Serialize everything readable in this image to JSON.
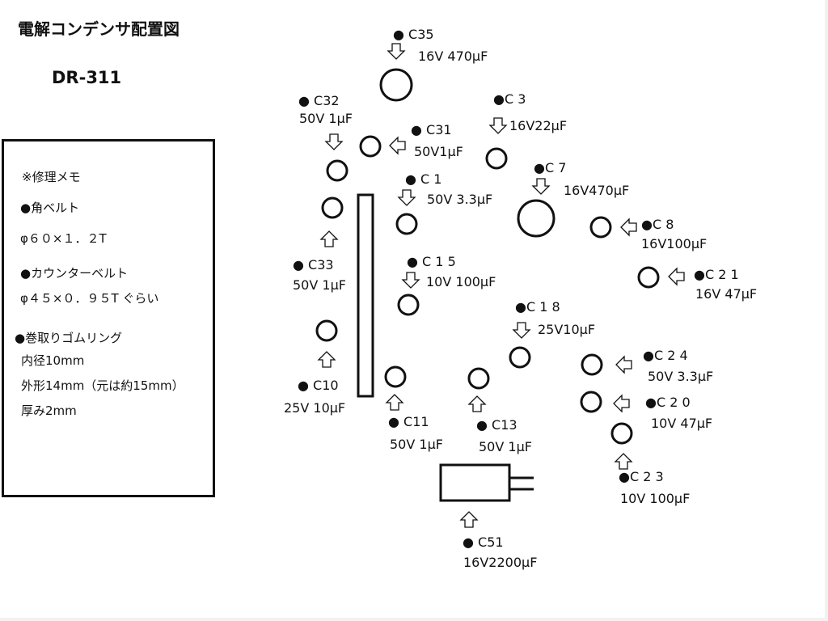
{
  "header": {
    "title": "電解コンデンサ配置図",
    "model": "DR-311"
  },
  "memo": {
    "heading": "※修理メモ",
    "lines": [
      "●角ベルト",
      "φ６０×１．２T",
      "●カウンターベルト",
      "φ４５×０．９５T ぐらい",
      "●巻取りゴムリング",
      "内径10mm",
      "外形14mm（元は約15mm）",
      "厚み2mm"
    ]
  },
  "components": [
    {
      "id": "C35",
      "label": "● C35",
      "spec": "16V 470μF"
    },
    {
      "id": "C32",
      "label": "● C32",
      "spec": "50V 1μF"
    },
    {
      "id": "C31",
      "label": "● C31",
      "spec": "50V1μF"
    },
    {
      "id": "C3",
      "label": "●C 3",
      "spec": "16V22μF"
    },
    {
      "id": "C7",
      "label": "●C 7",
      "spec": "16V470μF"
    },
    {
      "id": "C1",
      "label": "● C 1",
      "spec": "50V 3.3μF"
    },
    {
      "id": "C8",
      "label": "●C 8",
      "spec": "16V100μF"
    },
    {
      "id": "C21",
      "label": "●C 2 1",
      "spec": "16V 47μF"
    },
    {
      "id": "C33",
      "label": "● C33",
      "spec": "50V 1μF"
    },
    {
      "id": "C15",
      "label": "● C 1 5",
      "spec": "10V 100μF"
    },
    {
      "id": "C18",
      "label": "●C 1 8",
      "spec": "25V10μF"
    },
    {
      "id": "C24",
      "label": "●C 2 4",
      "spec": "50V 3.3μF"
    },
    {
      "id": "C20",
      "label": "●C 2 0",
      "spec": "10V 47μF"
    },
    {
      "id": "C10",
      "label": "● C10",
      "spec": "25V 10μF"
    },
    {
      "id": "C11",
      "label": "● C11",
      "spec": "50V 1μF"
    },
    {
      "id": "C13",
      "label": "● C13",
      "spec": "50V 1μF"
    },
    {
      "id": "C23",
      "label": "●C 2 3",
      "spec": "10V 100μF"
    },
    {
      "id": "C51",
      "label": "● C51",
      "spec": "16V2200μF"
    }
  ],
  "colors": {
    "ink": "#111111",
    "background": "#ffffff"
  }
}
